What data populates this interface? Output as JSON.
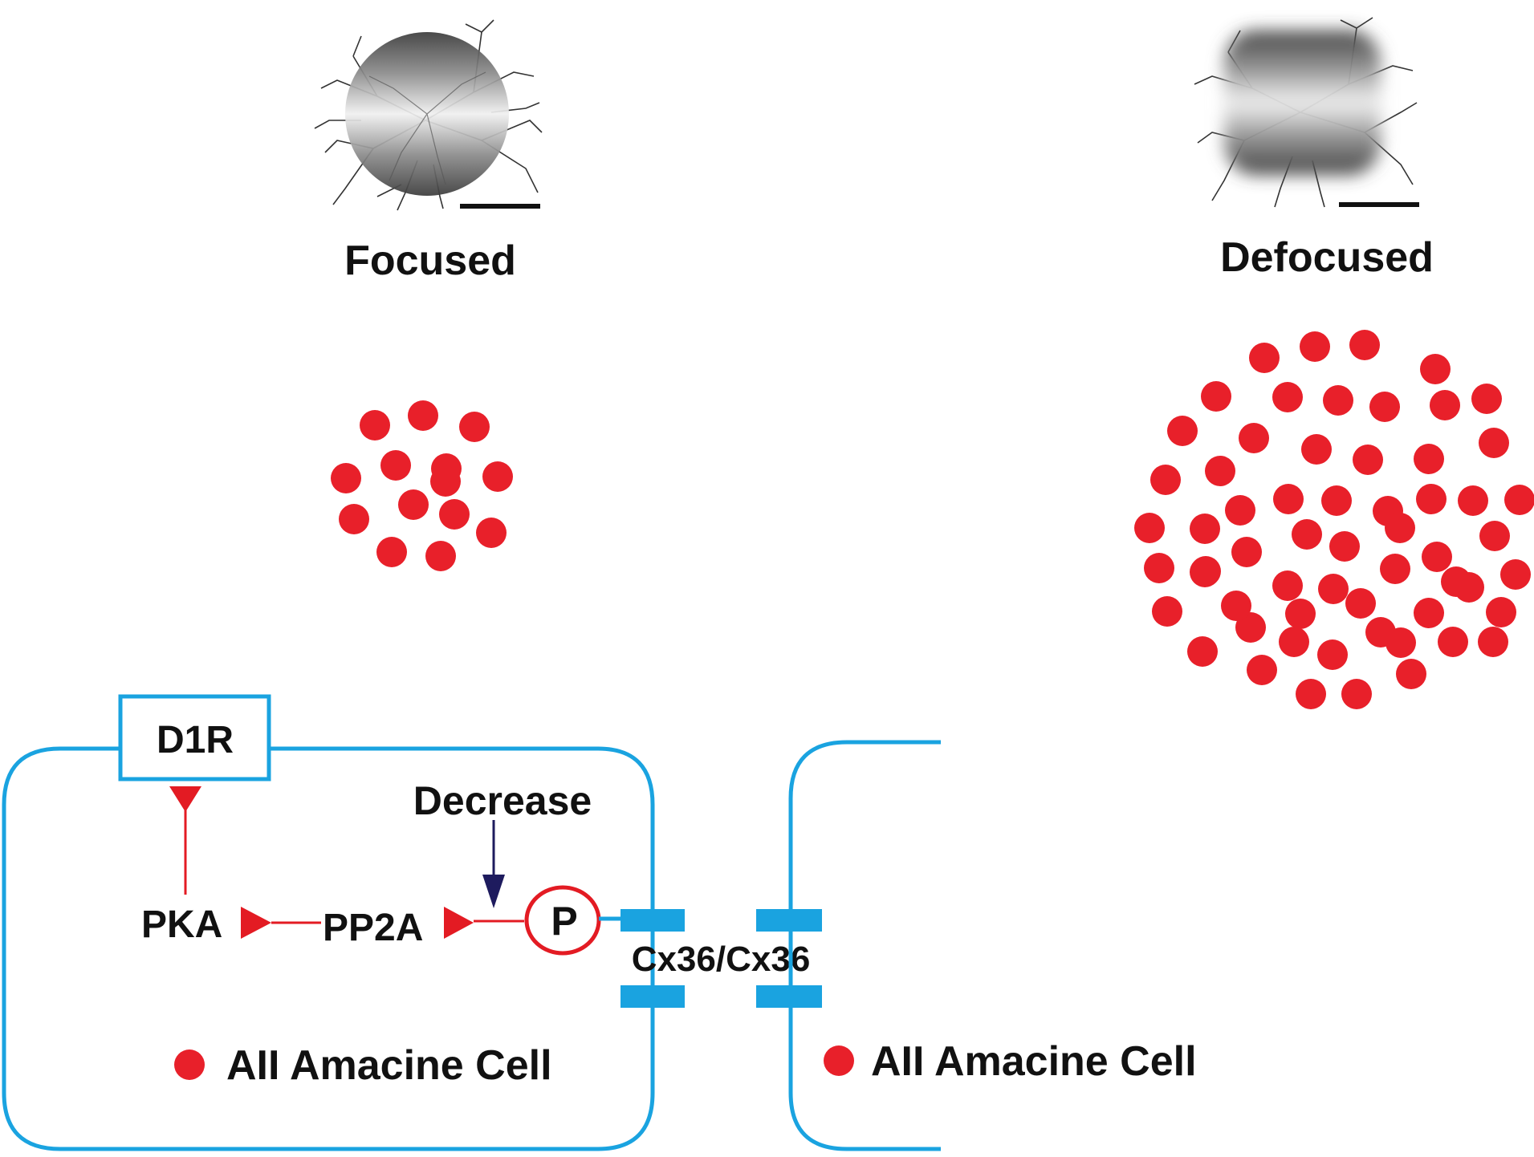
{
  "labels": {
    "focused": "Focused",
    "defocused": "Defocused",
    "receptor": "D1R",
    "pka": "PKA",
    "pp2a": "PP2A",
    "decrease": "Decrease",
    "phospho": "P",
    "junction": "Cx36/Cx36",
    "cell_left": "AII Amacine Cell",
    "cell_right": "AII Amacine Cell"
  },
  "icons": {
    "focused_cell": "neuron-image-focused",
    "defocused_cell": "neuron-image-blurred",
    "scale_bar": "scale-bar",
    "inhibition": "inhibition-arrowhead",
    "decrease_arrow": "arrow-down"
  },
  "colors": {
    "membrane": "#1aa3e0",
    "signal": "#e31b23",
    "dot": "#e8202a",
    "arrow": "#1e1b5e",
    "text": "#111111"
  },
  "dot_clusters": {
    "focused_count": 14,
    "defocused_count": 60
  }
}
